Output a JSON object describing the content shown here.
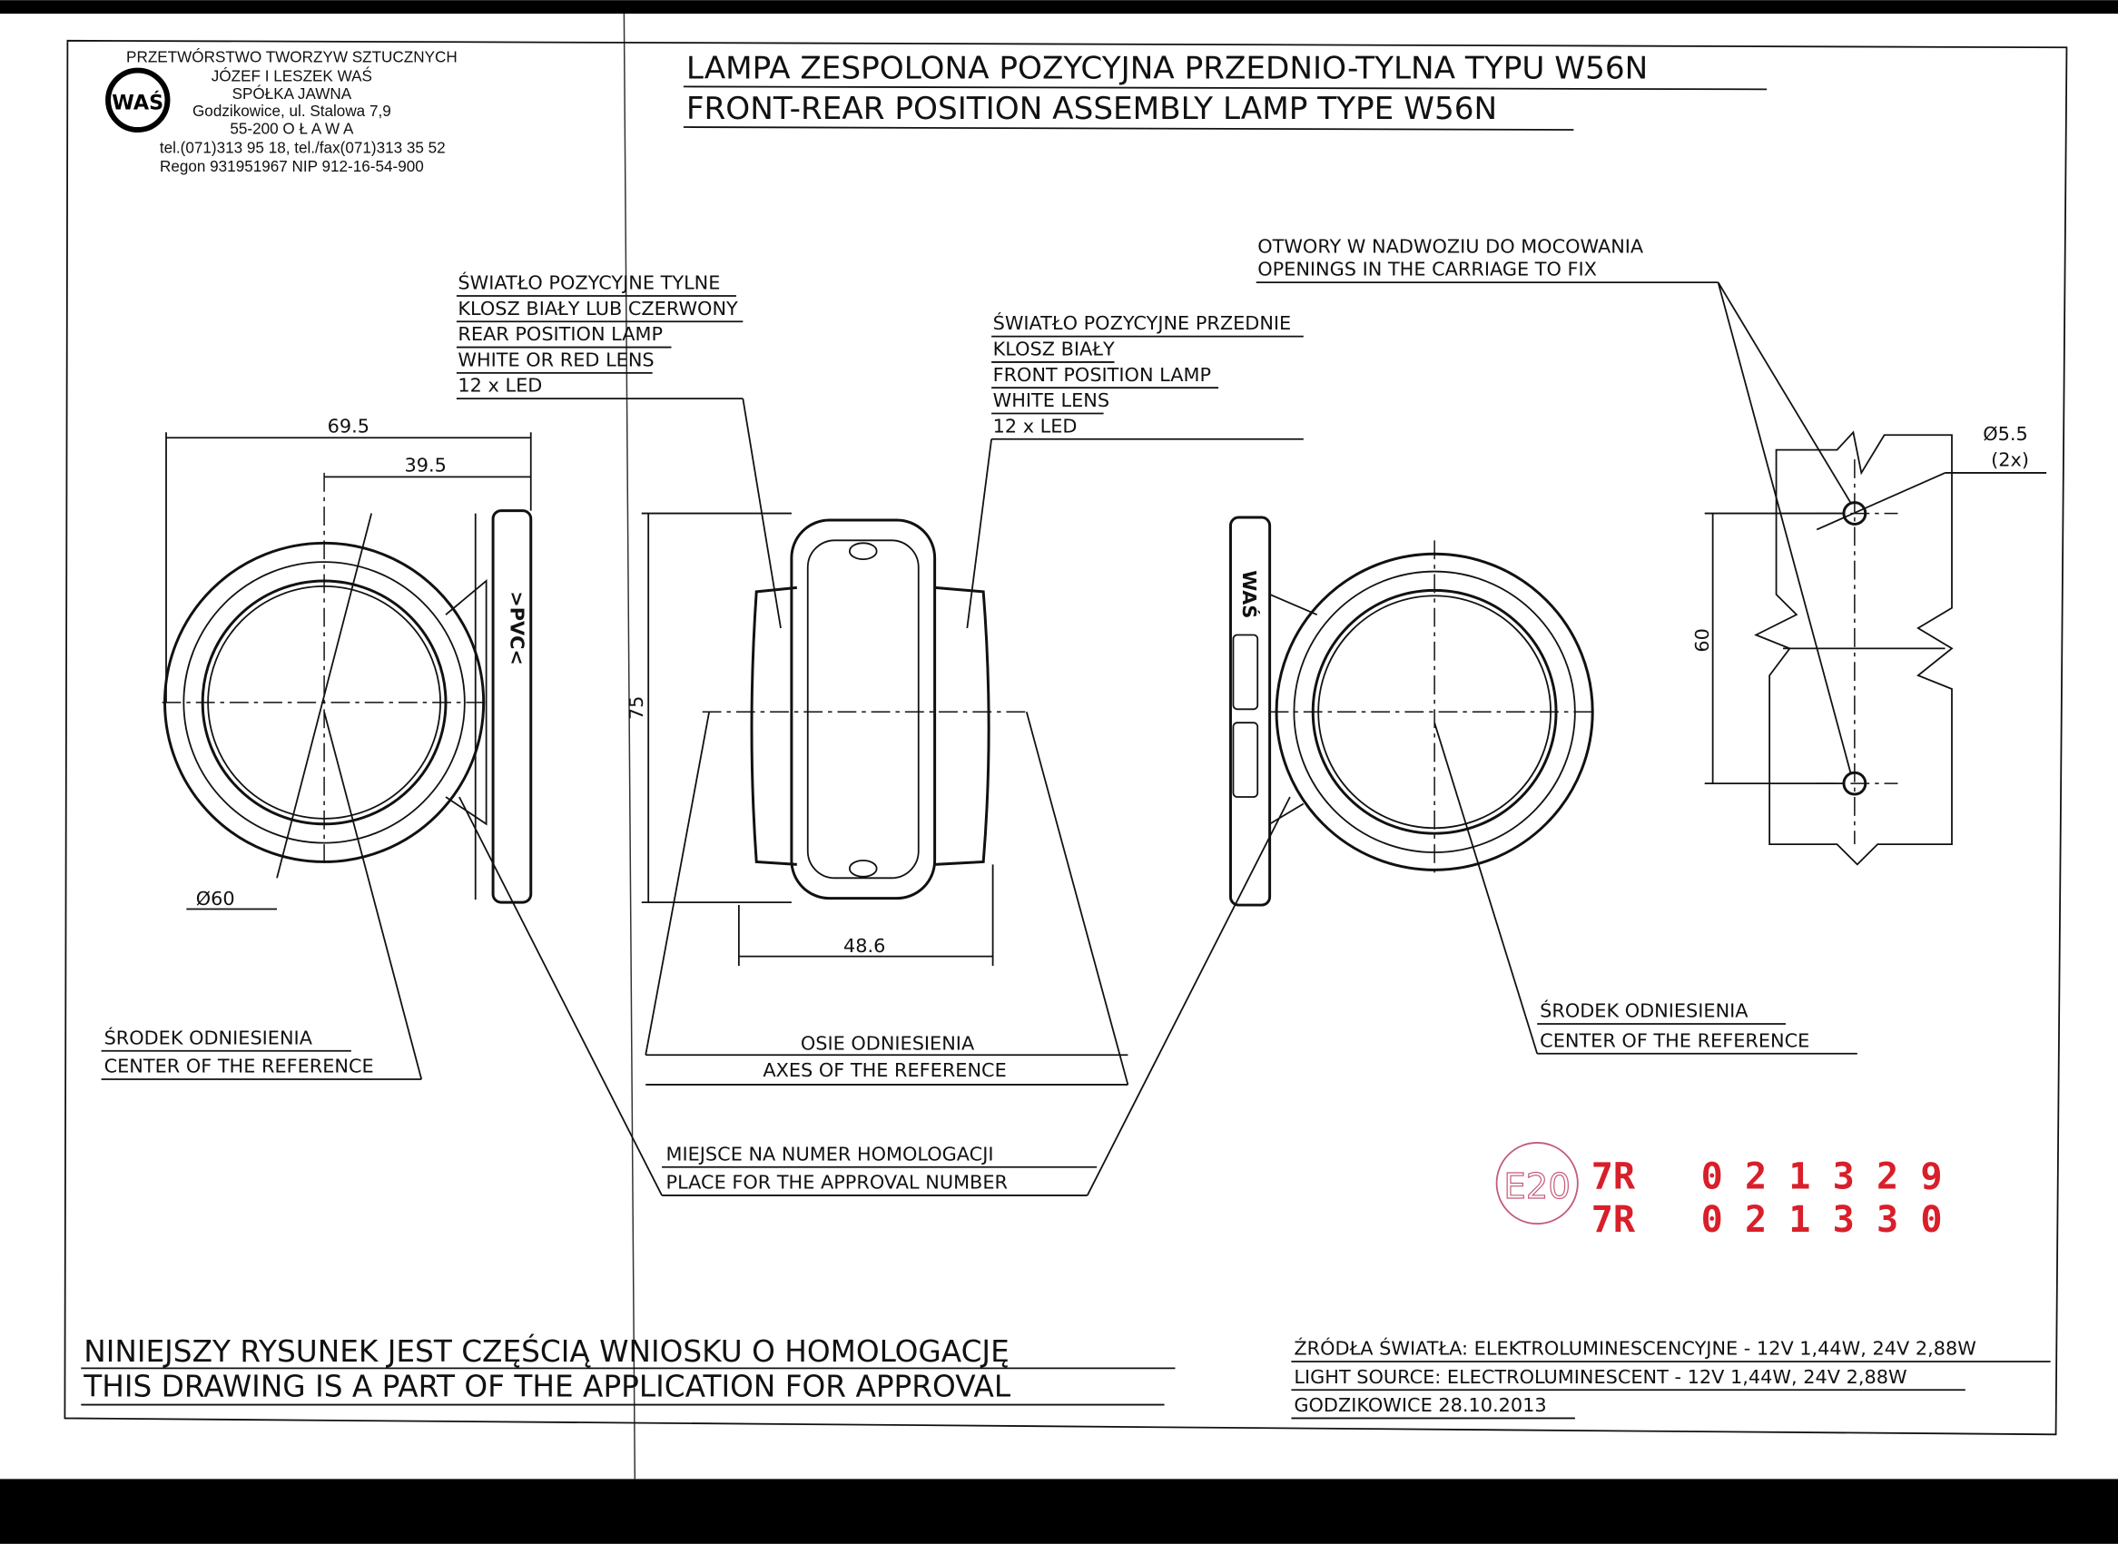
{
  "company": {
    "logo_text": "WAŚ",
    "lines": [
      "PRZETWÓRSTWO TWORZYW SZTUCZNYCH",
      "JÓZEF I LESZEK WAŚ",
      "SPÓŁKA JAWNA",
      "Godzikowice, ul. Stalowa 7,9",
      "55-200   O Ł A W A",
      "tel.(071)313 95 18, tel./fax(071)313 35 52",
      "Regon 931951967 NIP 912-16-54-900"
    ]
  },
  "title": {
    "pl": "LAMPA ZESPOLONA POZYCYJNA PRZEDNIO-TYLNA  TYPU W56N",
    "en": "FRONT-REAR POSITION ASSEMBLY LAMP  TYPE W56N"
  },
  "labels": {
    "rear": [
      "ŚWIATŁO POZYCYJNE TYLNE",
      "KLOSZ BIAŁY LUB CZERWONY",
      "REAR POSITION LAMP",
      "WHITE OR RED LENS",
      "12 x LED"
    ],
    "front": [
      "ŚWIATŁO POZYCYJNE PRZEDNIE",
      "KLOSZ BIAŁY",
      "FRONT POSITION LAMP",
      "WHITE LENS",
      "12 x LED"
    ],
    "openings": [
      "OTWORY W NADWOZIU DO MOCOWANIA",
      "OPENINGS IN THE CARRIAGE TO FIX"
    ],
    "center_left": [
      "ŚRODEK ODNIESIENIA",
      "CENTER OF THE REFERENCE"
    ],
    "center_right": [
      "ŚRODEK ODNIESIENIA",
      "CENTER OF THE REFERENCE"
    ],
    "axes": [
      "OSIE ODNIESIENIA",
      "AXES OF THE REFERENCE"
    ],
    "approval_place": [
      "MIEJSCE NA NUMER HOMOLOGACJI",
      "PLACE FOR THE APPROVAL NUMBER"
    ],
    "pvc_mark": ">PVC<",
    "was_mark": "WAŚ"
  },
  "dimensions": {
    "width_total": "69.5",
    "width_partial": "39.5",
    "diameter": "Ø60",
    "height": "75",
    "body_width": "48.6",
    "hole_spacing": "60",
    "hole_diameter": "Ø5.5",
    "hole_count": "(2x)"
  },
  "stamp": {
    "mark": "E20",
    "numbers": [
      "7R   0 2 1 3 2 9",
      "7R   0 2 1 3 3 0"
    ],
    "color": "#d81f2a"
  },
  "footer": {
    "notice_pl": "NINIEJSZY RYSUNEK JEST CZĘŚCIĄ WNIOSKU O  HOMOLOGACJĘ",
    "notice_en": "THIS DRAWING IS A PART OF THE APPLICATION FOR  APPROVAL",
    "source_pl": "ŹRÓDŁA ŚWIATŁA: ELEKTROLUMINESCENCYJNE - 12V 1,44W, 24V 2,88W",
    "source_en": "LIGHT SOURCE: ELECTROLUMINESCENT - 12V 1,44W, 24V 2,88W",
    "place_date": "GODZIKOWICE 28.10.2013"
  }
}
